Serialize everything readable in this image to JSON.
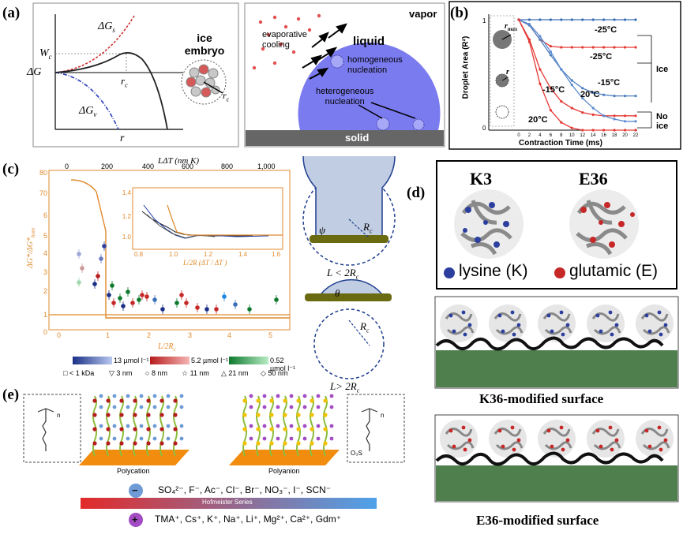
{
  "panels": {
    "a": {
      "letter": "(a)",
      "energy_plot": {
        "dGs": "ΔG",
        "dGs_sub": "s",
        "Wc": "W",
        "Wc_sub": "c",
        "dG": "ΔG",
        "rc": "r",
        "rc_sub": "c",
        "dGv": "ΔG",
        "dGv_sub": "v",
        "r": "r"
      },
      "embryo": {
        "line1": "ice",
        "line2": "embryo",
        "rc": "r",
        "rc_sub": "c"
      },
      "scene": {
        "vapor": "vapor",
        "cooling_line1": "evaporative",
        "cooling_line2": "cooling",
        "liquid": "liquid",
        "homog_line1": "homogeneous",
        "homog_line2": "nucleation",
        "heter_line1": "heterogeneous",
        "heter_line2": "nucleation",
        "solid": "solid"
      }
    },
    "b": {
      "letter": "(b)",
      "ylabel": "Droplet Area (R²)",
      "xlabel": "Contraction Time (ms)",
      "xticks": [
        "0",
        "2",
        "4",
        "6",
        "8",
        "10",
        "12",
        "14",
        "16",
        "18",
        "20",
        "22"
      ],
      "yticks": [
        "0",
        "1"
      ],
      "rmax": "r",
      "rmax_sub": "max",
      "r": "r",
      "labels": [
        "-25°C",
        "-25°C",
        "-15°C",
        "-15°C",
        "20°C",
        "20°C"
      ],
      "side_ice": "Ice",
      "side_noice_1": "No",
      "side_noice_2": "ice"
    },
    "c": {
      "letter": "(c)",
      "top_axis_label": "LΔT (nm K)",
      "top_ticks": [
        "0",
        "200",
        "400",
        "600",
        "800",
        "1,000"
      ],
      "yticks": [
        "0",
        "1",
        "2",
        "3",
        "4",
        "5",
        "6",
        "70",
        "80"
      ],
      "xticks": [
        "0",
        "1",
        "2",
        "3",
        "4",
        "5"
      ],
      "xlabel": "L/2R",
      "xlabel_sub": "c",
      "ylabel": "ΔG*/ΔG*",
      "ylabel_sub": "hom",
      "inset": {
        "yticks": [
          "1.0",
          "1.2",
          "1.4"
        ],
        "xticks": [
          "0.8",
          "1.0",
          "1.2",
          "1.4",
          "1.6"
        ],
        "xlabel": "L/2R (ΔT / ΔT )",
        "xlabel_c": "c",
        "xlabel_l": "L"
      },
      "legend_conc": [
        "13 µmol l⁻¹",
        "5.2 µmol l⁻¹",
        "0.52 µmol l⁻¹"
      ],
      "legend_size": [
        "< 1 kDa",
        "3 nm",
        "8 nm",
        "11 nm",
        "21 nm",
        "50 nm"
      ],
      "geometry_top": {
        "psi": "ψ",
        "Rc": "R",
        "Rc_sub": "c",
        "caption": "L < 2R",
        "caption_sub": "c"
      },
      "geometry_bottom": {
        "theta": "θ",
        "Rc": "R",
        "Rc_sub": "c",
        "caption": "L> 2R",
        "caption_sub": "c"
      }
    },
    "d": {
      "letter": "(d)",
      "k3": "K3",
      "e36": "E36",
      "lysine": "lysine (K)",
      "glutamic": "glutamic (E)",
      "surf1": "K36-modified surface",
      "surf2": "E36-modified surface",
      "colors": {
        "lysine": "#2c3f9e",
        "glutamic": "#c62828",
        "surface": "#4f7f4c"
      }
    },
    "e": {
      "letter": "(e)",
      "polycation": "Polycation",
      "polyanion": "Polyanion",
      "anion_series": "SO₄²⁻, F⁻, Ac⁻, Cl⁻, Br⁻, NO₃⁻, I⁻, SCN⁻",
      "hofmeister": "Hofmeister Series",
      "cation_series": "TMA⁺, Cs⁺, K⁺, Na⁺, Li⁺, Mg²⁺, Ca²⁺, Gdm⁺",
      "minus": "−",
      "plus": "+",
      "n": "n",
      "so3": "O₃S"
    }
  },
  "chart_data": [
    {
      "type": "line",
      "title": "",
      "xlabel": "Contraction Time (ms)",
      "ylabel": "Droplet Area (R²)",
      "xlim": [
        0,
        22
      ],
      "ylim": [
        0,
        1
      ],
      "series": [
        {
          "name": "-25°C",
          "x": [
            0,
            2,
            4,
            6,
            8,
            10,
            12,
            14,
            16,
            18,
            20,
            22
          ],
          "y": [
            1,
            1,
            1,
            1,
            1,
            1,
            1,
            1,
            1,
            1,
            1,
            1
          ]
        },
        {
          "name": "-25°C",
          "x": [
            0,
            2,
            4,
            6,
            8,
            10,
            12,
            14,
            16,
            18,
            20,
            22
          ],
          "y": [
            1,
            0.95,
            0.82,
            0.76,
            0.75,
            0.75,
            0.75,
            0.75,
            0.75,
            0.75,
            0.75,
            0.75
          ]
        },
        {
          "name": "-15°C",
          "x": [
            0,
            2,
            4,
            6,
            8,
            10,
            12,
            14,
            16,
            18,
            20,
            22
          ],
          "y": [
            1,
            0.95,
            0.82,
            0.68,
            0.55,
            0.45,
            0.38,
            0.34,
            0.32,
            0.31,
            0.31,
            0.31
          ]
        },
        {
          "name": "-15°C",
          "x": [
            0,
            2,
            4,
            6,
            8,
            10,
            12,
            14,
            16,
            18,
            20,
            22
          ],
          "y": [
            1,
            0.82,
            0.55,
            0.38,
            0.26,
            0.2,
            0.16,
            0.14,
            0.13,
            0.13,
            0.13,
            0.13
          ]
        },
        {
          "name": "20°C",
          "x": [
            0,
            2,
            4,
            6,
            8,
            10,
            12,
            14,
            16,
            18,
            20,
            22
          ],
          "y": [
            1,
            0.96,
            0.85,
            0.71,
            0.55,
            0.41,
            0.29,
            0.2,
            0.13,
            0.1,
            0.08,
            0.08
          ]
        },
        {
          "name": "20°C",
          "x": [
            0,
            2,
            4,
            6,
            8,
            10,
            12,
            14,
            16,
            18,
            20,
            22
          ],
          "y": [
            1,
            0.8,
            0.42,
            0.18,
            0.07,
            0.02,
            0,
            0,
            0,
            0,
            0,
            0
          ]
        }
      ]
    }
  ]
}
